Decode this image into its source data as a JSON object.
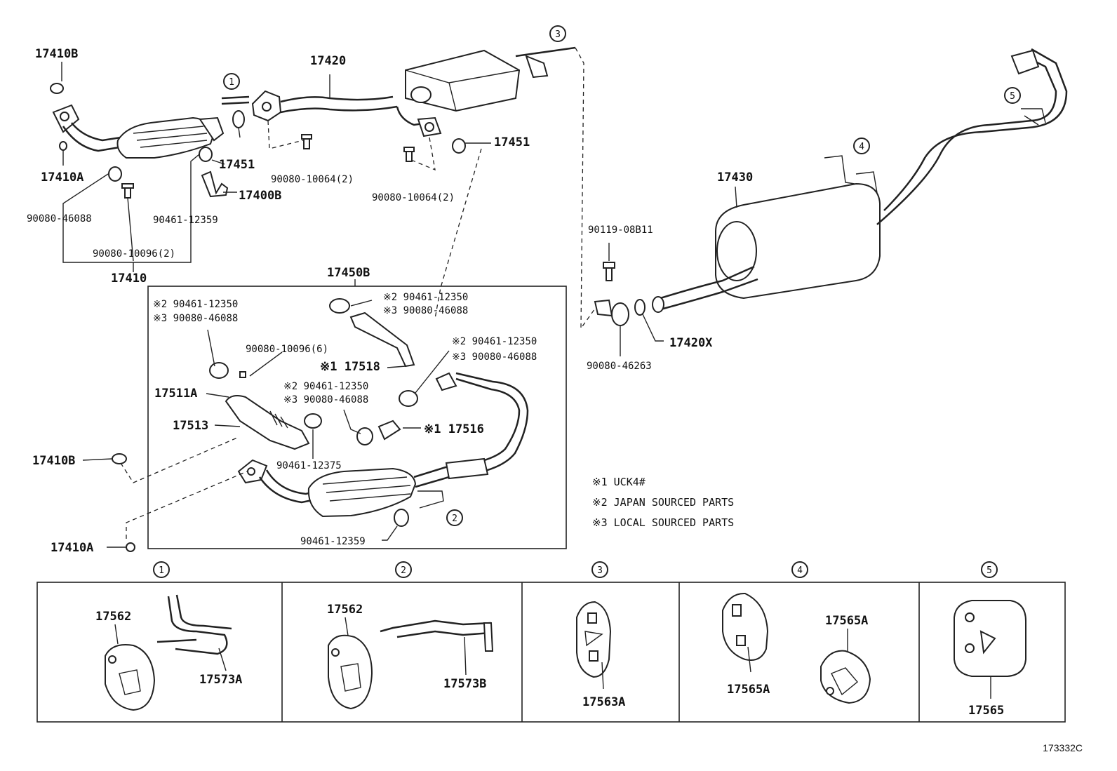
{
  "labels": {
    "p17410B_top": "17410B",
    "p17410A_top": "17410A",
    "p17410": "17410",
    "p90080_46088": "90080-46088",
    "p90080_10096_2": "90080-10096(2)",
    "p90461_12359_top": "90461-12359",
    "p17400B": "17400B",
    "p17451_left": "17451",
    "p17451_right": "17451",
    "p17420": "17420",
    "p90080_10064_a": "90080-10064(2)",
    "p90080_10064_b": "90080-10064(2)",
    "p17430": "17430",
    "p90119_08B11": "90119-08B11",
    "p90080_46263": "90080-46263",
    "p17420X": "17420X",
    "p17450B": "17450B",
    "p17410B_mid": "17410B",
    "p17410A_mid": "17410A",
    "p17511A": "17511A",
    "p17513": "17513",
    "p90461_12375": "90461-12375",
    "p90080_10096_6": "90080-10096(6)",
    "p17518": "※1 17518",
    "p17516": "※1 17516",
    "p90461_12359_box": "90461-12359",
    "ref_a_1": "※2 90461-12350",
    "ref_a_2": "※3 90080-46088",
    "ref_b_1": "※2 90461-12350",
    "ref_b_2": "※3 90080-46088",
    "ref_c_1": "※2 90461-12350",
    "ref_c_2": "※3 90080-46088",
    "ref_d_1": "※2 90461-12350",
    "ref_d_2": "※3 90080-46088",
    "h1_17562": "17562",
    "h1_17573A": "17573A",
    "h2_17562": "17562",
    "h2_17573B": "17573B",
    "h3_17563A": "17563A",
    "h4_17565A_a": "17565A",
    "h4_17565A_b": "17565A",
    "h5_17565": "17565"
  },
  "notes": [
    "※1 UCK4#",
    "※2 JAPAN SOURCED PARTS",
    "※3 LOCAL SOURCED PARTS"
  ],
  "circled": [
    "1",
    "2",
    "3",
    "4",
    "5"
  ],
  "figure_code": "173332C"
}
